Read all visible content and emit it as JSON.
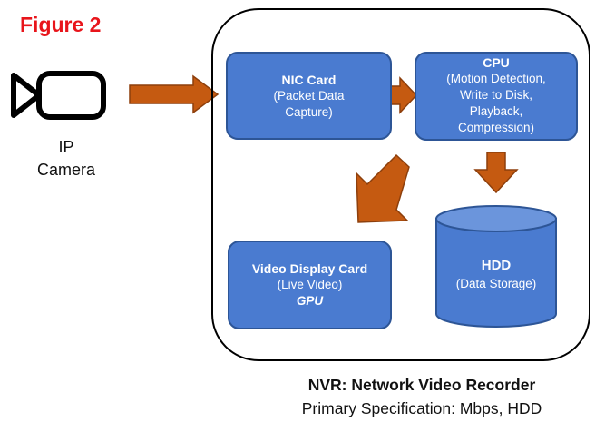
{
  "figure_label": "Figure 2",
  "camera": {
    "line1": "IP",
    "line2": "Camera"
  },
  "blocks": {
    "nic": {
      "title": "NIC Card",
      "line1": "(Packet Data",
      "line2": "Capture)"
    },
    "cpu": {
      "title": "CPU",
      "line1": "(Motion Detection,",
      "line2": "Write to Disk,",
      "line3": "Playback,",
      "line4": "Compression)"
    },
    "video_card": {
      "title": "Video Display Card",
      "line1": "(Live Video)",
      "line2": "GPU"
    },
    "hdd": {
      "title": "HDD",
      "line1": "(Data Storage)"
    }
  },
  "caption": {
    "line1": "NVR:  Network Video Recorder",
    "line2": "Primary Specification:  Mbps, HDD"
  },
  "colors": {
    "figure_label": "#e8151b",
    "block_fill": "#4a7bd0",
    "block_border": "#2d5596",
    "arrow_fill": "#c55a11",
    "arrow_border": "#8d3f0c"
  },
  "icons": {
    "camera": "video-camera-icon"
  }
}
